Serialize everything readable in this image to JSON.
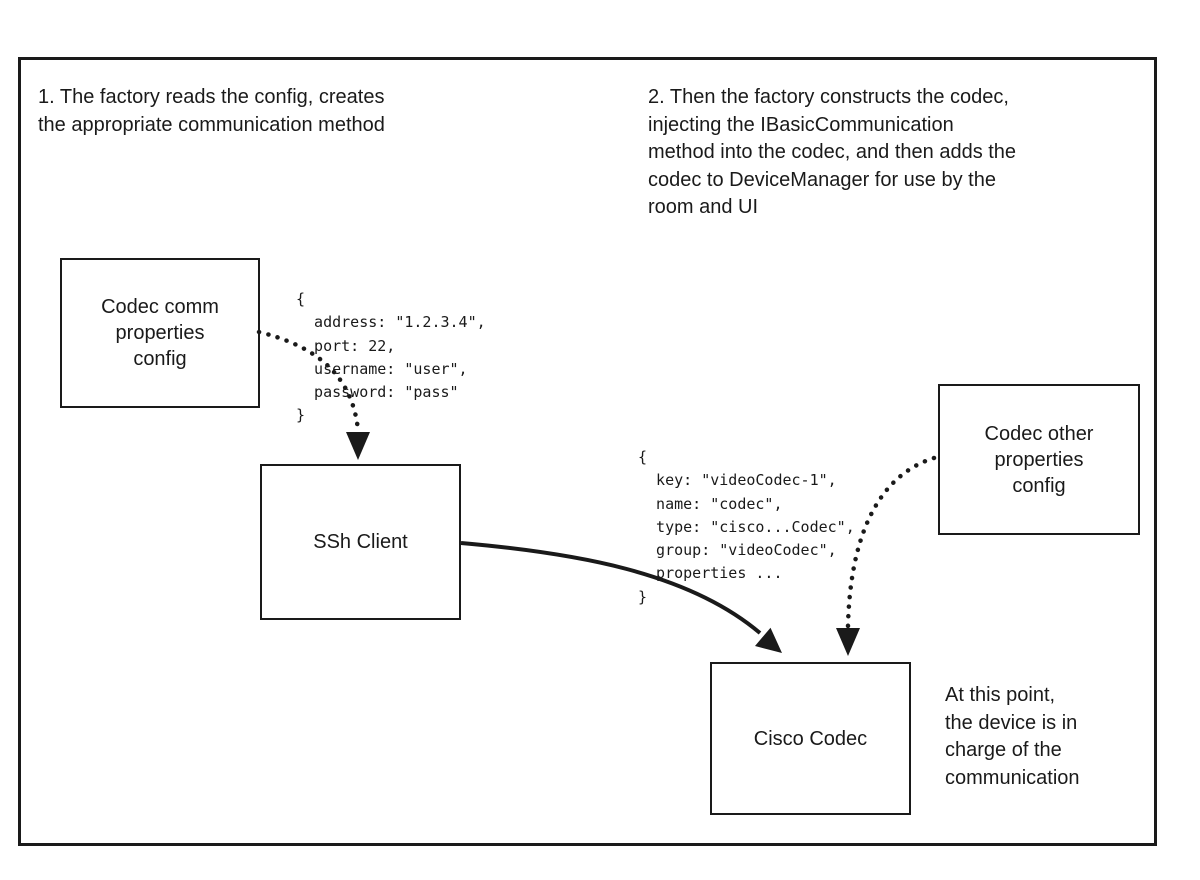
{
  "annotations": {
    "step1": "1. The factory reads the config, creates\nthe appropriate communication method",
    "step2": "2. Then the factory constructs the codec,\ninjecting the IBasicCommunication\nmethod into the codec, and then adds the\ncodec to DeviceManager for use by the\nroom and UI",
    "note": "At this point,\nthe device is in\ncharge of the\ncommunication"
  },
  "boxes": {
    "codec_comm_config": "Codec comm\nproperties\nconfig",
    "ssh_client": "SSh Client",
    "codec_other_config": "Codec other\nproperties\nconfig",
    "cisco_codec": "Cisco Codec"
  },
  "code": {
    "comm_properties": "{\n  address: \"1.2.3.4\",\n  port: 22,\n  username: \"user\",\n  password: \"pass\"\n}",
    "codec_properties": "{\n  key: \"videoCodec-1\",\n  name: \"codec\",\n  type: \"cisco...Codec\",\n  group: \"videoCodec\",\n  properties ...\n}"
  },
  "colors": {
    "stroke": "#1a1a1a",
    "background": "#ffffff"
  }
}
